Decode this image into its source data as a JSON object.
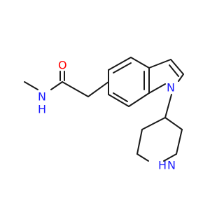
{
  "molecule": {
    "colors": {
      "bond": "#1a1a1a",
      "nitrogen": "#1a1aff",
      "oxygen": "#ff0000",
      "background": "#ffffff"
    },
    "atoms": {
      "carbonyl_oxygen": "O",
      "amide_nitrogen": "N",
      "amide_hydrogen": "H",
      "indole_nitrogen": "N",
      "piperidine_nitrogen": "N",
      "piperidine_hydrogen": "H"
    }
  }
}
